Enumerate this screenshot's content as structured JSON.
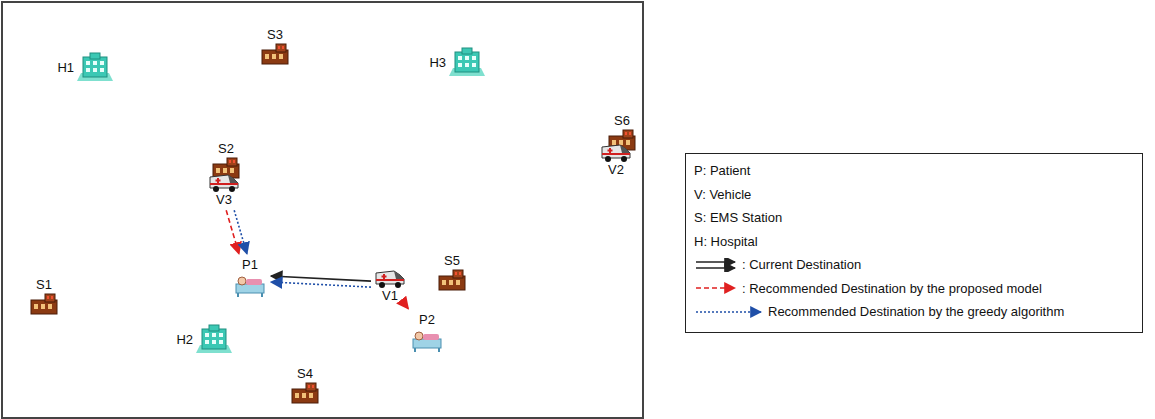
{
  "diagram": {
    "nodes": [
      {
        "text": [
          "S3"
        ]
      },
      {
        "text": [
          "H1"
        ]
      },
      {
        "text": [
          "H3"
        ]
      },
      {
        "text": [
          "S6"
        ]
      },
      {
        "text": [
          "S2"
        ]
      },
      {
        "text": [
          "V2"
        ]
      },
      {
        "text": [
          "V3"
        ]
      },
      {
        "text": [
          "S1"
        ]
      },
      {
        "text": [
          "P1"
        ]
      },
      {
        "text": [
          "S5"
        ]
      },
      {
        "text": [
          "V1"
        ]
      },
      {
        "text": [
          "H2"
        ]
      },
      {
        "text": [
          "P2"
        ]
      },
      {
        "text": [
          "S4"
        ]
      }
    ],
    "edges": [
      {
        "from": 6,
        "to": 8,
        "arrow": "to"
      },
      {
        "from": 6,
        "to": 8,
        "arrow": "to"
      },
      {
        "from": 10,
        "to": 8,
        "arrow": "to"
      },
      {
        "from": 10,
        "to": 8,
        "arrow": "to"
      },
      {
        "from": 10,
        "to": 12,
        "arrow": "to"
      }
    ],
    "legend": [
      {
        "text": "P: Patient"
      },
      {
        "text": "V: Vehicle"
      },
      {
        "text": "S: EMS Station"
      },
      {
        "text": "H: Hospital"
      },
      {
        "text": ": Current Destination"
      },
      {
        "text": ": Recommended Destination by the proposed model"
      },
      {
        "text": "Recommended Destination by the greedy algorithm"
      }
    ]
  }
}
